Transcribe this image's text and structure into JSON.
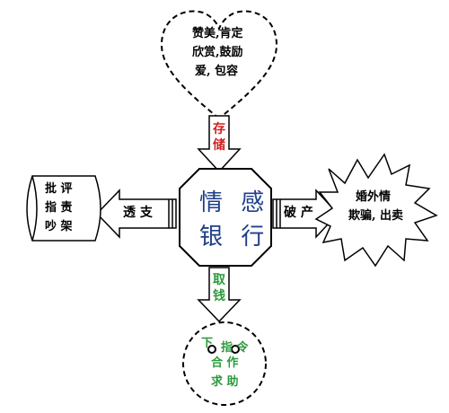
{
  "heart": {
    "lines": [
      "赞美,肯定",
      "欣赏,鼓励",
      "爱, 包容"
    ]
  },
  "center": {
    "line1": "情 感",
    "line2": "银 行"
  },
  "arrows": {
    "top": {
      "text": "存\n储",
      "color": "#d21f1f"
    },
    "bottom": {
      "text": "取\n钱",
      "color": "#2a9a3c"
    },
    "left": {
      "text": "透 支"
    },
    "right": {
      "text": "破 产"
    }
  },
  "left_box": {
    "lines": [
      "批 评",
      "指 责",
      "吵 架"
    ]
  },
  "right_burst": {
    "lines": [
      "婚外情",
      "欺骗, 出卖"
    ]
  },
  "bottom_face": {
    "text_color": "#2a9a3c",
    "row1_left": "下",
    "row1_right": "指 令",
    "row2": "合 作",
    "row3": "求 助"
  }
}
